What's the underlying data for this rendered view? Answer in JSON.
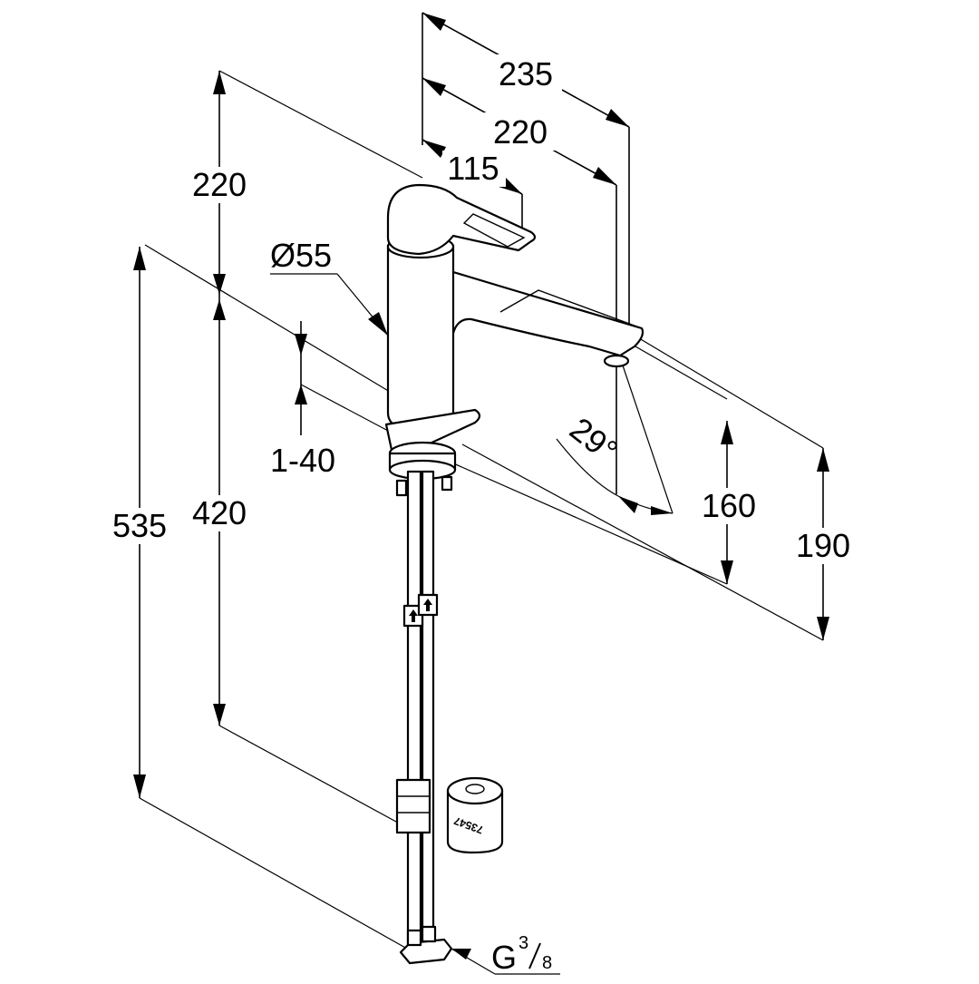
{
  "drawing": {
    "subject": "faucet-dimension-drawing",
    "dimensions": {
      "width_total": "235",
      "width_spout": "220",
      "lever_reach": "115",
      "height_top": "220",
      "body_diameter": "Ø55",
      "deck_thickness": "1-40",
      "spout_angle": "29°",
      "height_total": "535",
      "height_lower": "420",
      "spout_height": "160",
      "overall_height": "190",
      "connection_thread": "G",
      "thread_num": "3",
      "thread_den": "8"
    },
    "part_marking": "73547"
  }
}
